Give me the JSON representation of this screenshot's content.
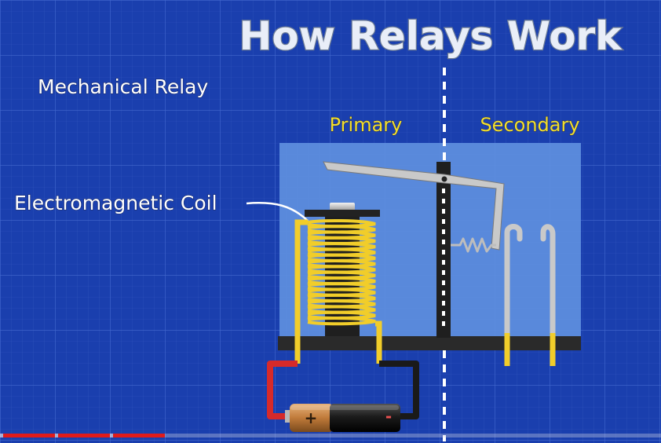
{
  "diagram": {
    "title": "How Relays Work",
    "subtitle": "Mechanical Relay",
    "labels": {
      "primary": "Primary",
      "secondary": "Secondary",
      "coil": "Electromagnetic Coil"
    },
    "battery": {
      "positive": "+",
      "negative": "-"
    }
  },
  "player": {
    "progress_segments": 3,
    "buffered_fraction": 0.3
  },
  "colors": {
    "background": "#1a3fae",
    "relay_box": "#5f8fdf",
    "coil": "#f1cd2a",
    "wire_positive": "#d62a2a",
    "wire_negative": "#1a1a1a",
    "progress": "#e01b1b"
  }
}
